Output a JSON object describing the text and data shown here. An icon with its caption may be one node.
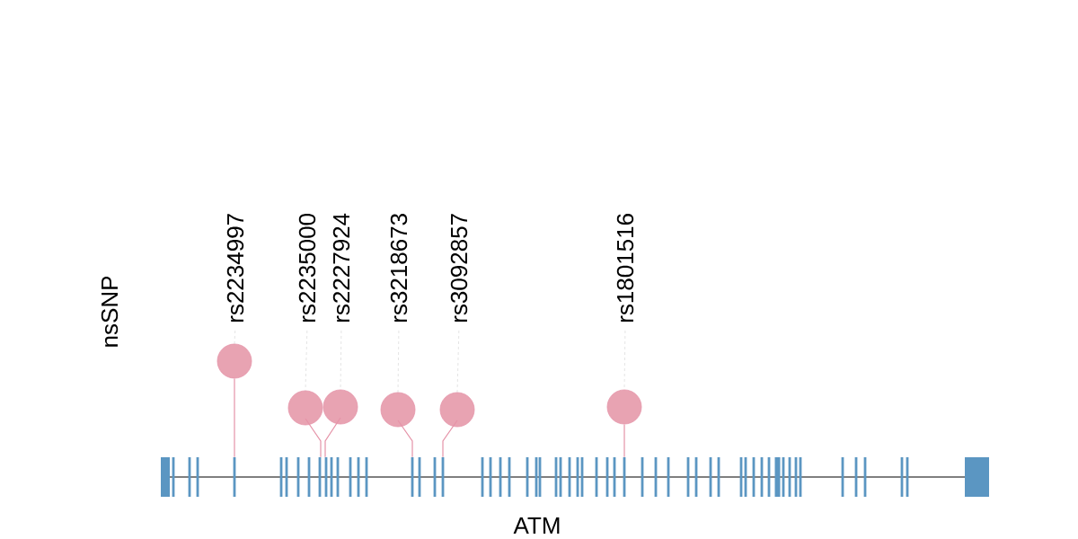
{
  "diagram": {
    "nodes": [
      {
        "text": [],
        "shape": "bar",
        "beside": [
          "ATM"
        ]
      },
      {
        "text": [
          "rs2234997"
        ]
      },
      {
        "text": [
          "rs2235000"
        ]
      },
      {
        "text": [
          "rs2227924"
        ]
      },
      {
        "text": [
          "rs3218673"
        ]
      },
      {
        "text": [
          "rs3092857"
        ]
      },
      {
        "text": [
          "rs1801516"
        ]
      },
      {
        "text": [],
        "shape": "circle"
      },
      {
        "text": [],
        "shape": "circle"
      },
      {
        "text": [],
        "shape": "circle"
      },
      {
        "text": [],
        "shape": "circle"
      },
      {
        "text": [],
        "shape": "circle"
      },
      {
        "text": [],
        "shape": "circle"
      }
    ],
    "edges": [
      {
        "from": 1,
        "to": 7,
        "arrow": "none",
        "style": "dashed",
        "color": "#bbbbbb"
      },
      {
        "from": 2,
        "to": 8,
        "arrow": "none",
        "style": "dashed",
        "color": "#bbbbbb"
      },
      {
        "from": 3,
        "to": 9,
        "arrow": "none",
        "style": "dashed",
        "color": "#bbbbbb"
      },
      {
        "from": 4,
        "to": 10,
        "arrow": "none",
        "style": "dashed",
        "color": "#bbbbbb"
      },
      {
        "from": 5,
        "to": 11,
        "arrow": "none",
        "style": "dashed",
        "color": "#bbbbbb"
      },
      {
        "from": 6,
        "to": 12,
        "arrow": "none",
        "style": "dashed",
        "color": "#bbbbbb"
      },
      {
        "from": 7,
        "to": 0,
        "arrow": "none",
        "color": "#e593a8"
      },
      {
        "from": 8,
        "to": 0,
        "arrow": "none",
        "color": "#e593a8"
      },
      {
        "from": 9,
        "to": 0,
        "arrow": "none",
        "color": "#e593a8"
      },
      {
        "from": 10,
        "to": 0,
        "arrow": "none",
        "color": "#e593a8"
      },
      {
        "from": 11,
        "to": 0,
        "arrow": "none",
        "color": "#e593a8"
      },
      {
        "from": 12,
        "to": 0,
        "arrow": "none",
        "color": "#e593a8"
      }
    ],
    "labels": [
      "nsSNP"
    ]
  }
}
